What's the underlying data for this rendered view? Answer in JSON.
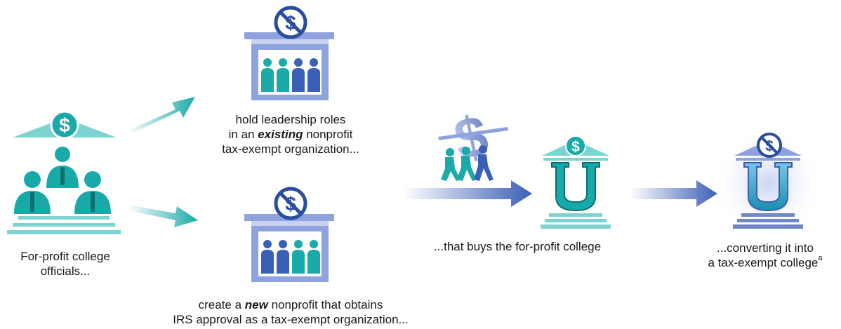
{
  "labels": {
    "officials_l1": "For-profit college",
    "officials_l2": "officials...",
    "existing_l1": "hold leadership roles",
    "existing_l2_pre": "in an ",
    "existing_l2_em": "existing",
    "existing_l2_post": " nonprofit",
    "existing_l3": "tax-exempt organization...",
    "new_l1_pre": "create a ",
    "new_l1_em": "new",
    "new_l1_post": " nonprofit that obtains",
    "new_l2": "IRS approval as a tax-exempt organization...",
    "buys": "...that buys the for-profit college",
    "convert_l1": "...converting it into",
    "convert_l2": "a tax-exempt college",
    "convert_sup": "a"
  },
  "icons": {
    "dollar": "$",
    "college_letter": "U"
  },
  "colors": {
    "teal": "#1aa9a9",
    "teal_light": "#7dd3cf",
    "blue": "#3a5fb6",
    "blue_light": "#a9b6e6",
    "no_sign": "#2a4d9e"
  }
}
